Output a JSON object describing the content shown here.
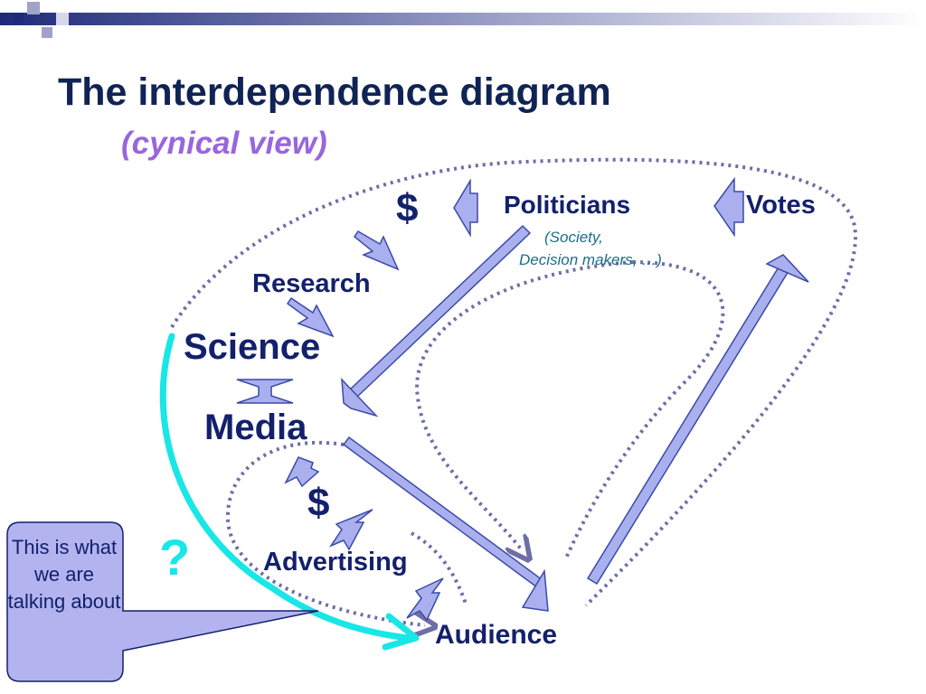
{
  "slide": {
    "title": "The interdependence diagram",
    "subtitle": "(cynical view)"
  },
  "diagram": {
    "nodes": {
      "politicians": "Politicians",
      "politicians_note_line1": "(Society,",
      "politicians_note_line2": "Decision makers, …)",
      "votes": "Votes",
      "research": "Research",
      "science": "Science",
      "media": "Media",
      "advertising": "Advertising",
      "audience": "Audience"
    },
    "money_top": "$",
    "money_mid": "$",
    "question_mark": "?",
    "callout": "This is what we are talking about"
  },
  "colors": {
    "title": "#0f2454",
    "subtitle": "#9966dd",
    "node_text": "#13206b",
    "arrow_fill": "#aab0ee",
    "arrow_stroke": "#3a4aa8",
    "dotted_loop": "#6e6ea8",
    "highlight_arrow": "#19e6e6",
    "callout_fill": "#b3b3f0",
    "corner_squares": "#1f2a78"
  }
}
